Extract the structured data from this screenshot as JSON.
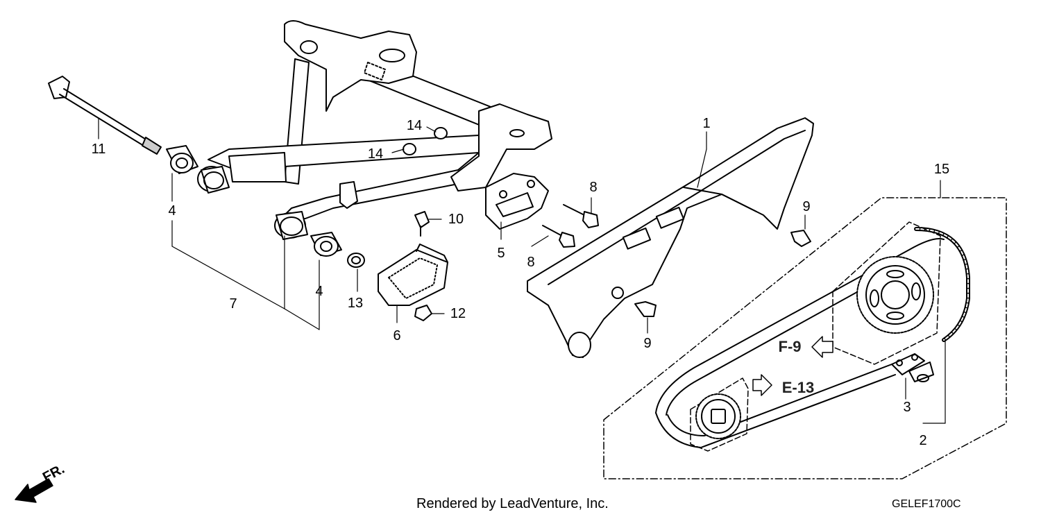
{
  "callouts": [
    {
      "id": "c1",
      "label": "1"
    },
    {
      "id": "c2",
      "label": "2"
    },
    {
      "id": "c3",
      "label": "3"
    },
    {
      "id": "c4a",
      "label": "4"
    },
    {
      "id": "c4b",
      "label": "4"
    },
    {
      "id": "c5",
      "label": "5"
    },
    {
      "id": "c6",
      "label": "6"
    },
    {
      "id": "c7",
      "label": "7"
    },
    {
      "id": "c8a",
      "label": "8"
    },
    {
      "id": "c8b",
      "label": "8"
    },
    {
      "id": "c9a",
      "label": "9"
    },
    {
      "id": "c9b",
      "label": "9"
    },
    {
      "id": "c10",
      "label": "10"
    },
    {
      "id": "c11",
      "label": "11"
    },
    {
      "id": "c12",
      "label": "12"
    },
    {
      "id": "c13",
      "label": "13"
    },
    {
      "id": "c14a",
      "label": "14"
    },
    {
      "id": "c14b",
      "label": "14"
    },
    {
      "id": "c15",
      "label": "15"
    }
  ],
  "references": {
    "f9": "F-9",
    "e13": "E-13"
  },
  "direction": "FR.",
  "footer": "Rendered by LeadVenture, Inc.",
  "diagram_code": "GELEF1700C",
  "colors": {
    "line": "#000000",
    "fill": "#ffffff",
    "shade": "#cccccc"
  }
}
